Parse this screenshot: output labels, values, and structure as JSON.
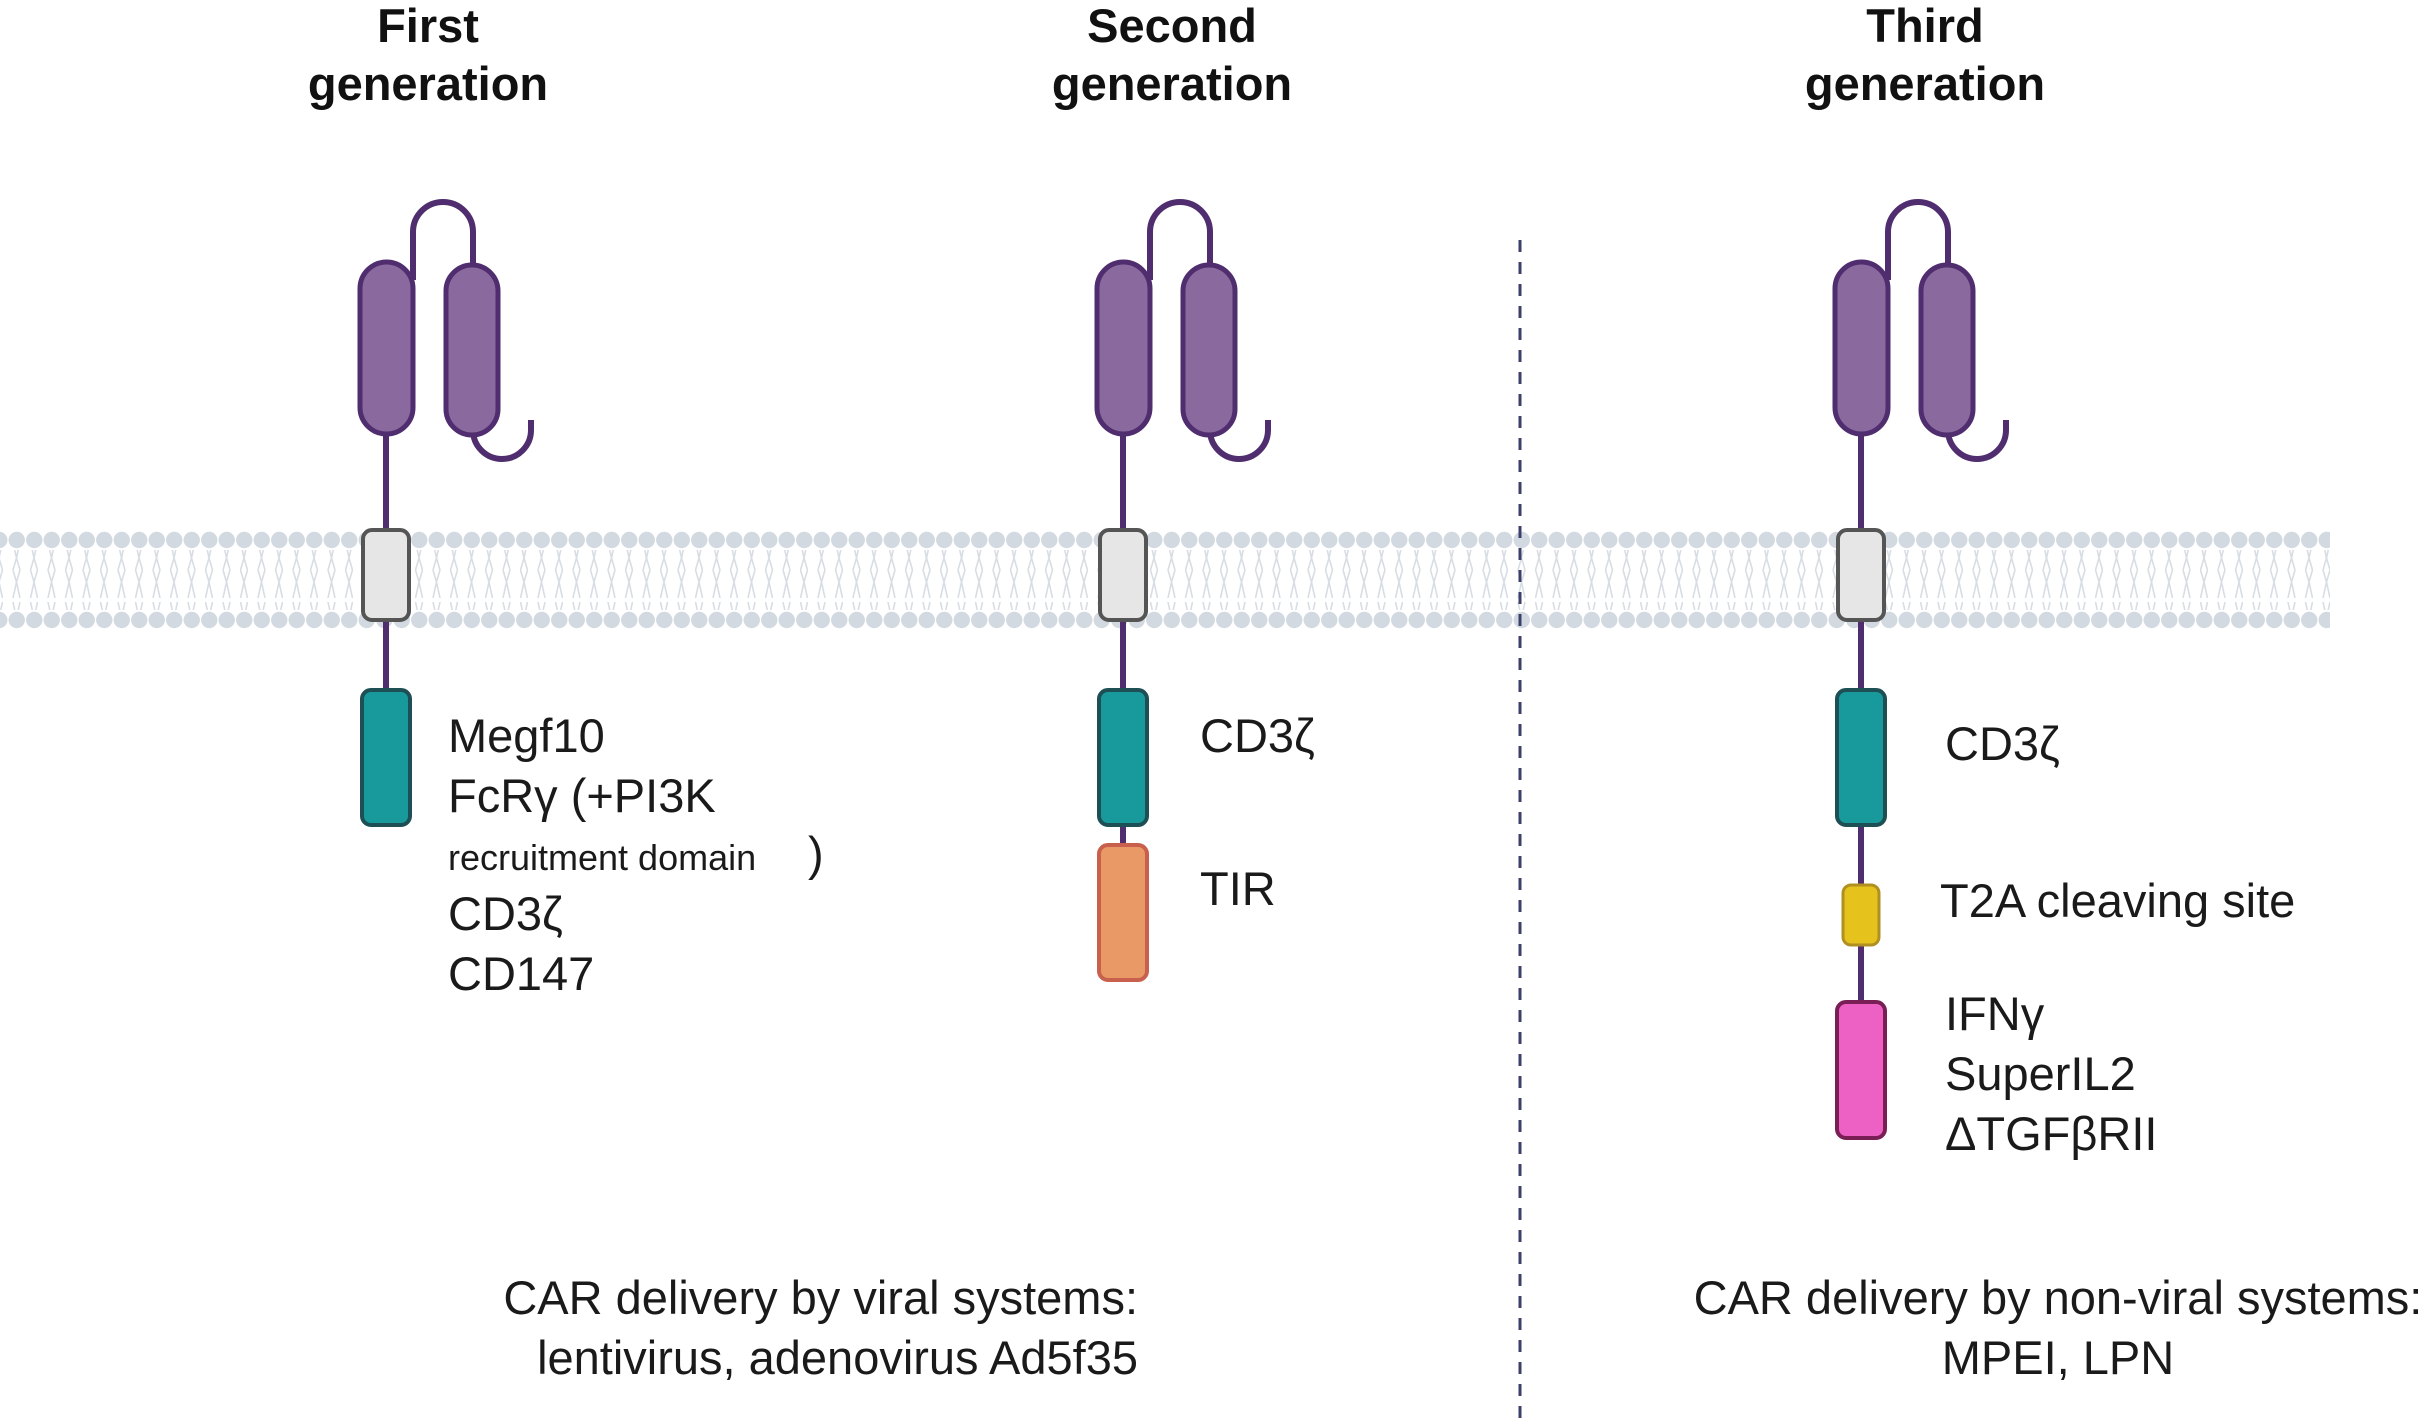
{
  "generations": [
    {
      "title_line1": "First",
      "title_line2": "generation",
      "labels": [
        "Megf10",
        "FcRγ (+PI3K",
        "recruitment domain",
        ")",
        "CD3ζ",
        "CD147"
      ]
    },
    {
      "title_line1": "Second",
      "title_line2": "generation",
      "labels": [
        "CD3ζ",
        "TIR"
      ]
    },
    {
      "title_line1": "Third",
      "title_line2": "generation",
      "labels": [
        "CD3ζ",
        "T2A cleaving site",
        "IFNγ",
        "SuperIL2",
        "ΔTGFβRII"
      ]
    }
  ],
  "captions": {
    "viral_line1": "CAR delivery by viral systems:",
    "viral_line2": "lentivirus, adenovirus Ad5f35",
    "nonviral_line1": "CAR delivery by non-viral systems:",
    "nonviral_line2": "MPEI, LPN"
  },
  "colors": {
    "scfv_purple": "#8a6a9e",
    "linker_purple": "#4f2d6e",
    "membrane_gray": "#d3d9e1",
    "tm_box": "#e6e6e6",
    "cd3z_teal": "#189a9c",
    "tir_orange": "#e99966",
    "t2a_yellow": "#e6c21c",
    "cytokine_pink": "#ee61c4",
    "divider": "#3d3f6b"
  }
}
